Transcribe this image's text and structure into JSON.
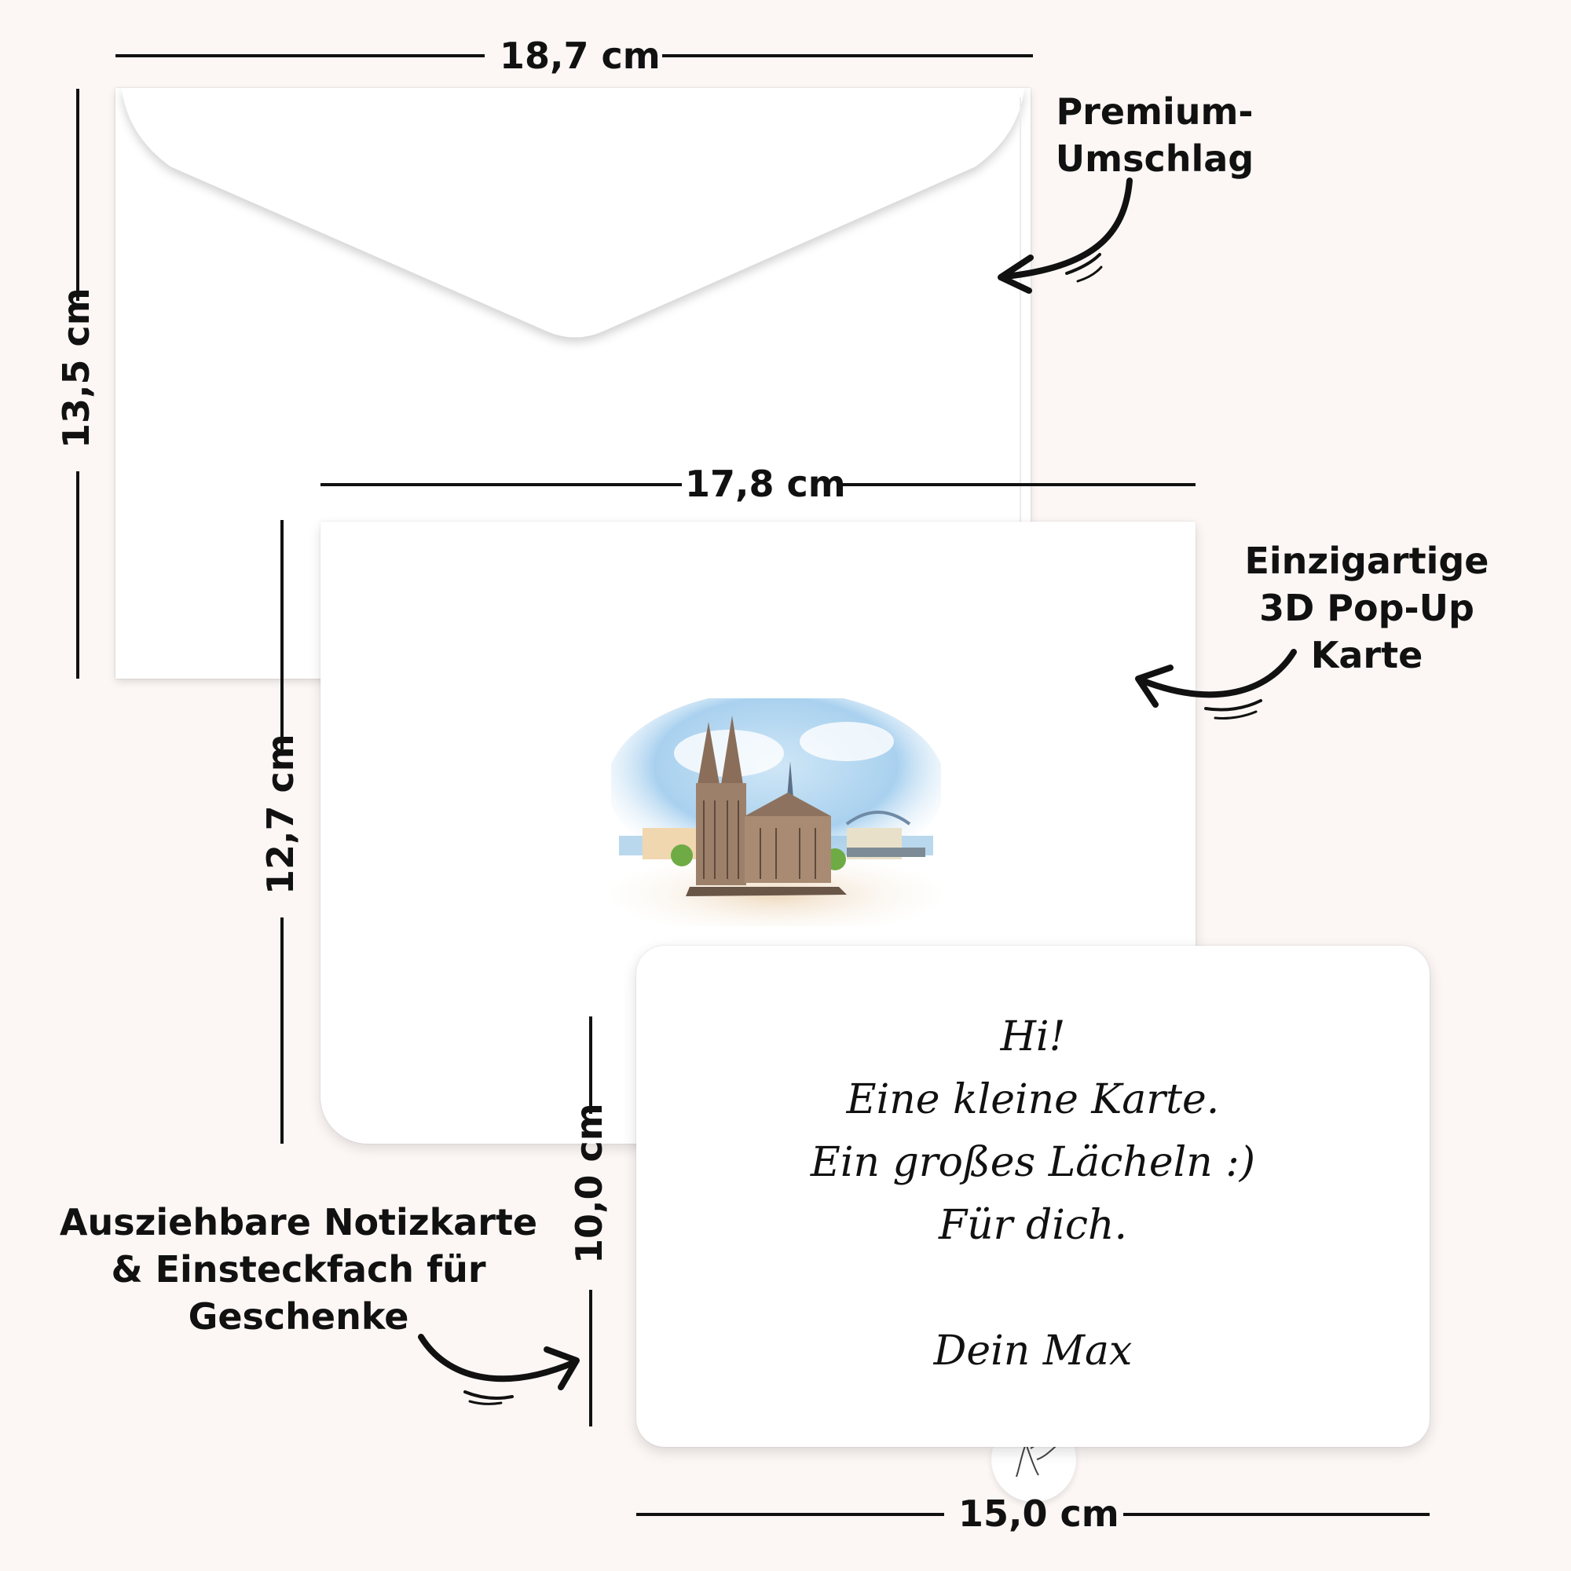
{
  "dimensions": {
    "envelope_width": "18,7 cm",
    "envelope_height": "13,5 cm",
    "card_width": "17,8 cm",
    "card_height": "12,7 cm",
    "note_width": "15,0 cm",
    "note_height": "10,0 cm"
  },
  "annotations": {
    "envelope": [
      "Premium-",
      "Umschlag"
    ],
    "popup_card": [
      "Einzigartige",
      "3D Pop-Up",
      "Karte"
    ],
    "note_card": [
      "Ausziehbare Notizkarte",
      "& Einsteckfach für",
      "Geschenke"
    ]
  },
  "note": {
    "line1": "Hi!",
    "line2": "Eine kleine Karte.",
    "line3": "Ein großes Lächeln :)",
    "line4": "Für dich.",
    "signature": "Dein Max"
  },
  "icons": {
    "arrow": "curved-arrow-icon",
    "cathedral": "cathedral-illustration",
    "tab": "angel-icon"
  },
  "colors": {
    "background": "#fcf7f5",
    "ink": "#111111",
    "paper": "#ffffff"
  }
}
